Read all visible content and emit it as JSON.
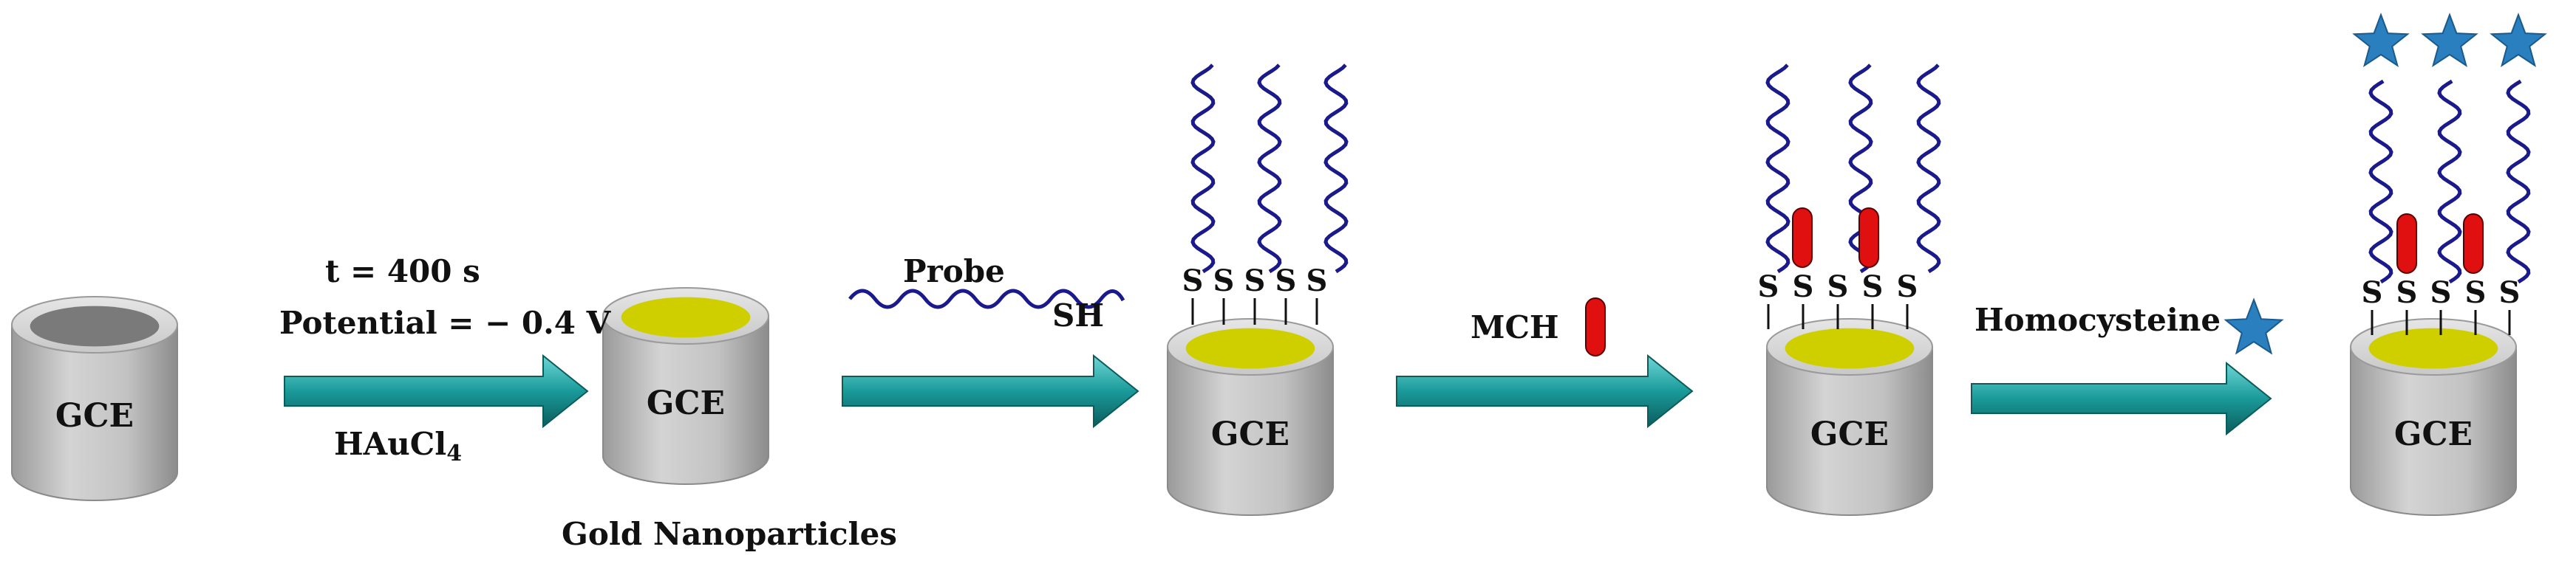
{
  "electrode_label": "GCE",
  "step1": {
    "time": "t = 400 s",
    "potential": "Potential = − 0.4 V",
    "reagent_base": "HAuCl",
    "reagent_sub": "4"
  },
  "step1_product": "Gold Nanoparticles",
  "step2": {
    "probe": "Probe",
    "thiol": "SH"
  },
  "step3": {
    "reagent": "MCH"
  },
  "step4": {
    "reagent": "Homocysteine"
  },
  "sulfur_label": "S",
  "colors": {
    "electrode_body": "#b4b4b4",
    "bare_surface": "#7a7a7a",
    "gold_surface": "#cfcf00",
    "arrow": "#1a8a8a",
    "dna_strand": "#1a1a8c",
    "mch": "#e01010",
    "homocysteine": "#2a7fbf"
  }
}
